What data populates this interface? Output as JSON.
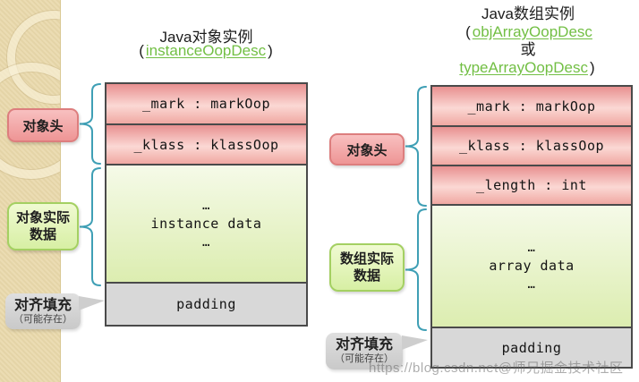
{
  "colors": {
    "brace_teal": "#3f9fb5",
    "link_green": "#72bf44",
    "header_pink": "#f0a8a2",
    "data_green": "#dcedb0",
    "padding_gray": "#d8d8d8",
    "sidebar_beige": "#e9d8aa"
  },
  "watermark": {
    "text": "https://blog.csdn.net@师兄掘金技术社区"
  },
  "left": {
    "title": "Java对象实例",
    "paren_open": "(",
    "link": "instanceOopDesc",
    "paren_close": ")",
    "row_mark": "_mark : markOop",
    "row_klass": "_klass : klassOop",
    "ellipsis_top": "…",
    "data_text": "instance data",
    "ellipsis_bottom": "…",
    "padding_text": "padding",
    "label_header": "对象头",
    "label_data_line1": "对象实际",
    "label_data_line2": "数据",
    "label_align_line1": "对齐填充",
    "label_align_line2": "（可能存在）"
  },
  "right": {
    "title": "Java数组实例",
    "paren_open": "(",
    "link_obj": "objArrayOopDesc",
    "or_text": "或",
    "link_type": "typeArrayOopDesc",
    "paren_close": ")",
    "row_mark": "_mark : markOop",
    "row_klass": "_klass : klassOop",
    "row_length": "_length : int",
    "ellipsis_top": "…",
    "data_text": "array data",
    "ellipsis_bottom": "…",
    "padding_text": "padding",
    "label_header": "对象头",
    "label_data_line1": "数组实际",
    "label_data_line2": "数据",
    "label_align_line1": "对齐填充",
    "label_align_line2": "（可能存在）"
  }
}
